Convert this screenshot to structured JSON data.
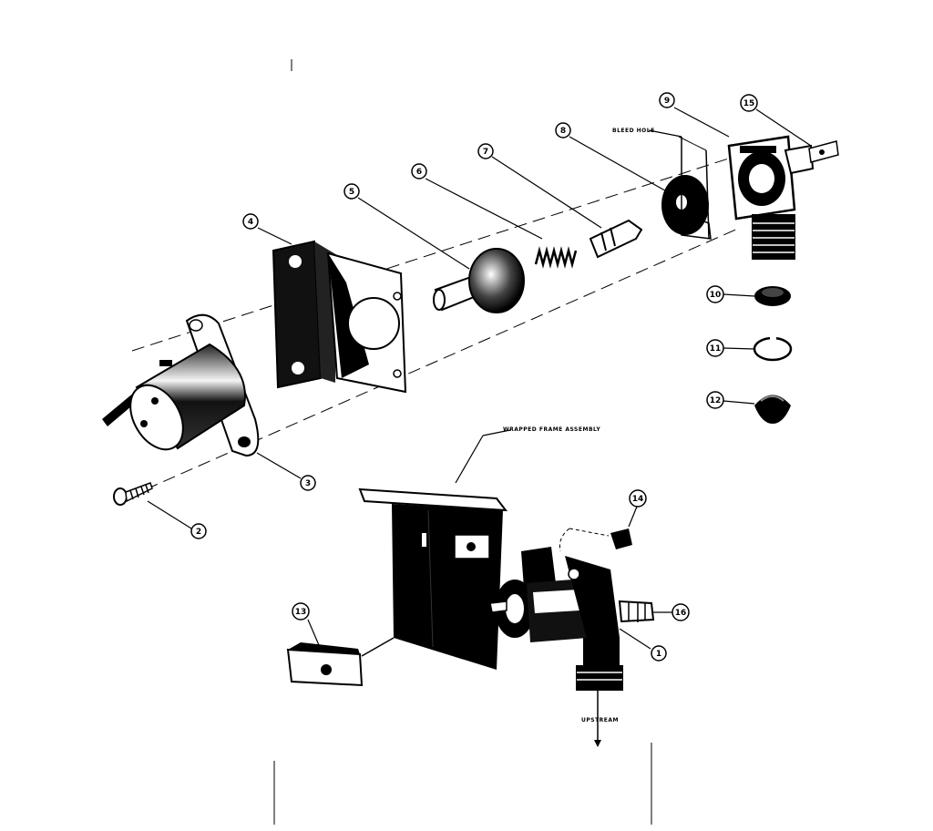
{
  "callouts": {
    "c1": "1",
    "c2": "2",
    "c3": "3",
    "c4": "4",
    "c5": "5",
    "c6": "6",
    "c7": "7",
    "c8": "8",
    "c9": "9",
    "c10": "10",
    "c11": "11",
    "c12": "12",
    "c13": "13",
    "c14": "14",
    "c15": "15",
    "c16": "16"
  },
  "labels": {
    "bleed_hole": "BLEED HOLE",
    "wrapped_frame": "WRAPPED FRAME ASSEMBLY",
    "upstream": "UPSTREAM"
  },
  "colors": {
    "ink": "#000000",
    "paper": "#ffffff",
    "mid": "#555555"
  }
}
